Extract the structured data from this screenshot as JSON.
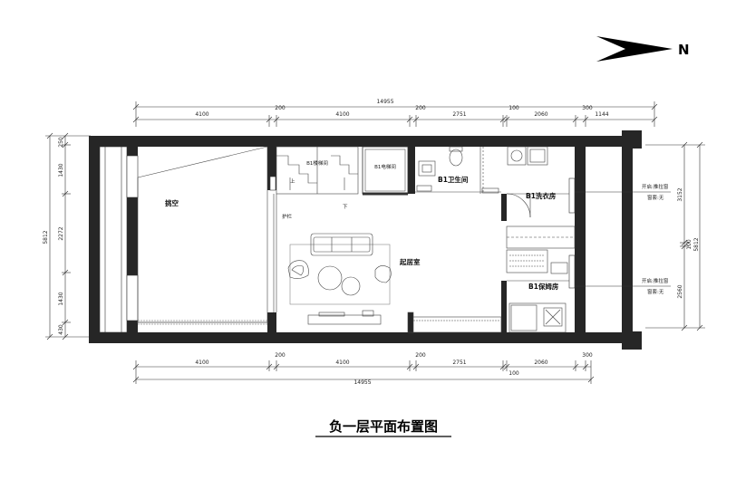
{
  "north": {
    "label": "N"
  },
  "title": "负一层平面布置图",
  "top_dims": {
    "total": "14955",
    "segments": [
      "4100",
      "200",
      "4100",
      "200",
      "2751",
      "100",
      "2060",
      "300",
      "1144"
    ]
  },
  "bottom_dims": {
    "total": "14955",
    "segments": [
      "4100",
      "200",
      "4100",
      "200",
      "2751",
      "100",
      "2060",
      "300"
    ]
  },
  "left_dims": {
    "total": "5812",
    "segments": [
      "250",
      "1430",
      "2272",
      "1430",
      "430"
    ]
  },
  "right_dims": {
    "total": "5812",
    "segments": [
      "3152",
      "100",
      "2560"
    ]
  },
  "rooms": {
    "void": "挑空",
    "stair": "B1楼梯间",
    "elevator": "B1电梯间",
    "bath": "B1卫生间",
    "laundry": "B1洗衣房",
    "living": "起居室",
    "nanny": "B1保姆房"
  },
  "labels": {
    "up": "上",
    "down": "下",
    "pavilion": "护栏"
  },
  "window_notes": [
    {
      "line1": "开启:推拉窗",
      "line2": "窗套:无"
    },
    {
      "line1": "开启:推拉窗",
      "line2": "窗套:无"
    }
  ]
}
